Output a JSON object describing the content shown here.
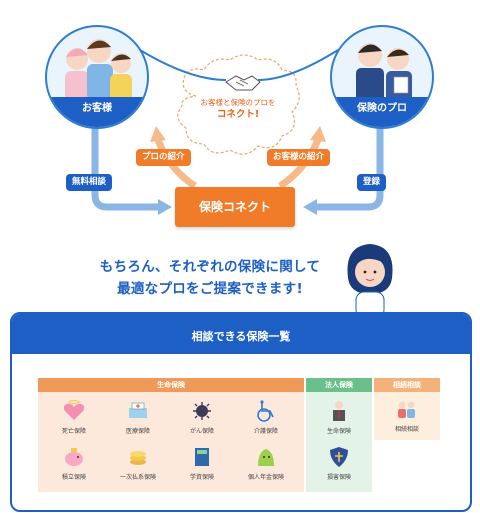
{
  "diagram": {
    "customer_label": "お客様",
    "pro_label": "保険のプロ",
    "center_label": "保険コネクト",
    "cloud_line1": "お客様と保険のプロを",
    "cloud_line2": "コネクト!",
    "left_pill": "無料相談",
    "right_pill": "登録",
    "left_orange_pill": "プロの紹介",
    "right_orange_pill": "お客様の紹介"
  },
  "headline": {
    "line1": "もちろん、それぞれの保険に関して",
    "line2": "最適なプロをご提案できます!"
  },
  "panel": {
    "title": "相談できる保険一覧",
    "categories": [
      {
        "name": "生命保険",
        "items": [
          "死亡保障",
          "医療保障",
          "がん保障",
          "介護保障",
          "積立保険",
          "一次払系保険",
          "学資保険",
          "個人年金保険"
        ]
      },
      {
        "name": "法人保険",
        "items": [
          "生命保険",
          "損害保険"
        ]
      },
      {
        "name": "相続相談",
        "items": [
          "相続相談"
        ]
      }
    ]
  },
  "colors": {
    "primary_blue": "#1d5fc4",
    "accent_orange": "#f07c2a",
    "life_head": "#f09a5a",
    "life_bg": "#fde8dc",
    "corp_head": "#6bbf8a",
    "corp_bg": "#e3f3e8",
    "inherit_head": "#f2b27a",
    "inherit_bg": "#fdeedd"
  }
}
